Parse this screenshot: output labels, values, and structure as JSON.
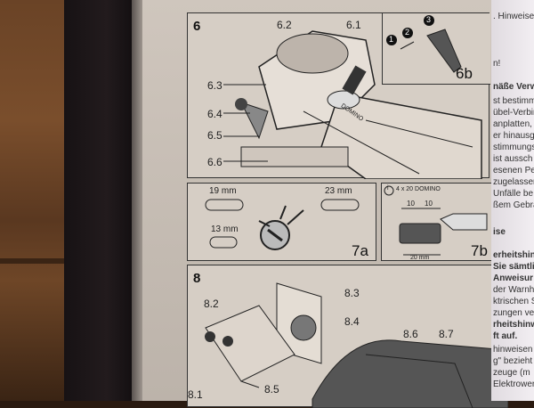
{
  "figure6": {
    "number": "6",
    "labels": [
      "6.2",
      "6.1",
      "6.3",
      "6.4",
      "6.5",
      "6.6"
    ],
    "brand": "DOMINO"
  },
  "figure6b": {
    "label": "6b",
    "steps": [
      "1",
      "2",
      "3"
    ]
  },
  "figure7a": {
    "label": "7a",
    "dims": [
      "19 mm",
      "23 mm",
      "13 mm"
    ]
  },
  "figure7b": {
    "label": "7b",
    "note": "4 x 20 DOMINO",
    "info_icon": "i",
    "dims": [
      "10",
      "10",
      "20 mm"
    ]
  },
  "figure8": {
    "number": "8",
    "labels": [
      "8.2",
      "8.3",
      "8.4",
      "8.6",
      "8.7",
      "8.1",
      "8.5"
    ]
  },
  "right_column": [
    {
      "text": ". Hinweise",
      "bold": false
    },
    {
      "text": "n!",
      "bold": false
    },
    {
      "text": "näße Verwe",
      "bold": true
    },
    {
      "text": "st bestimm",
      "bold": false
    },
    {
      "text": "übel-Verbin",
      "bold": false
    },
    {
      "text": "anplatten,",
      "bold": false
    },
    {
      "text": "er hinausg",
      "bold": false
    },
    {
      "text": "stimmungs",
      "bold": false
    },
    {
      "text": "ist aussch",
      "bold": false
    },
    {
      "text": "esenen Per",
      "bold": false
    },
    {
      "text": "zugelasser",
      "bold": false
    },
    {
      "text": "Unfälle be",
      "bold": false
    },
    {
      "text": "ßem Gebra",
      "bold": false
    },
    {
      "text": "ise",
      "bold": true
    },
    {
      "text": "erheitshinw",
      "bold": true
    },
    {
      "text": "Sie sämtli",
      "bold": true
    },
    {
      "text": "Anweisur",
      "bold": true
    },
    {
      "text": "der Warnh",
      "bold": false
    },
    {
      "text": "ktrischen S",
      "bold": false
    },
    {
      "text": "zungen ver",
      "bold": false
    },
    {
      "text": "rheitshinw",
      "bold": true
    },
    {
      "text": "ft auf.",
      "bold": true
    },
    {
      "text": "hinweisen",
      "bold": false
    },
    {
      "text": "g\" bezieht",
      "bold": false
    },
    {
      "text": "zeuge (m",
      "bold": false
    },
    {
      "text": "Elektrower",
      "bold": false
    }
  ]
}
